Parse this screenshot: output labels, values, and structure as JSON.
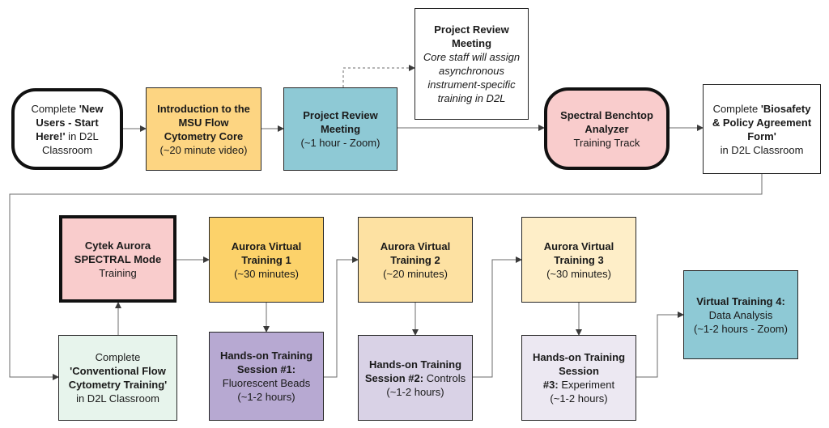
{
  "colors": {
    "white": "#ffffff",
    "orange": "#fdd582",
    "teal": "#8ec9d5",
    "pink": "#f9cccc",
    "aurora1": "#fcd26a",
    "aurora2": "#fde1a2",
    "aurora3": "#feeec8",
    "mint": "#e7f4ec",
    "lavender1": "#b7a9d2",
    "lavender2": "#d9d2e6",
    "lavender3": "#ece8f2",
    "tealbox": "#8ec9d5",
    "line": "#3a3a3a"
  },
  "nodes": {
    "new_users": {
      "l1": "Complete ",
      "l1b": "'New",
      "l2b": "Users - Start",
      "l3b": "Here!'",
      "l3": " in D2L",
      "l4": "Classroom"
    },
    "intro": {
      "l1": "Introduction to the",
      "l2": "MSU Flow",
      "l3": "Cytometry Core",
      "l4": "(~20 minute video)"
    },
    "project_review": {
      "l1": "Project Review",
      "l2": "Meeting",
      "l3": "(~1 hour - Zoom)"
    },
    "review_note": {
      "l1": "Project Review",
      "l2": "Meeting",
      "l3": "Core staff will assign",
      "l4": "asynchronous",
      "l5": "instrument-specific",
      "l6": "training in D2L"
    },
    "spectral": {
      "l1": "Spectral Benchtop",
      "l2": "Analyzer",
      "l3": "Training Track"
    },
    "biosafety": {
      "l1": "Complete ",
      "l1b": "'Biosafety",
      "l2b": "& Policy Agreement",
      "l3b": "Form'",
      "l4": "in D2L Classroom"
    },
    "cytek": {
      "l1": "Cytek Aurora",
      "l2": "SPECTRAL Mode",
      "l3": "Training"
    },
    "aurora1": {
      "l1": "Aurora Virtual",
      "l2": "Training 1",
      "l3": "(~30 minutes)"
    },
    "aurora2": {
      "l1": "Aurora Virtual",
      "l2": "Training 2",
      "l3": "(~20 minutes)"
    },
    "aurora3": {
      "l1": "Aurora Virtual",
      "l2": "Training 3",
      "l3": "(~30 minutes)"
    },
    "virtual4": {
      "l1": "Virtual Training 4:",
      "l2": "Data Analysis",
      "l3": "(~1-2 hours - Zoom)"
    },
    "conventional": {
      "l1": "Complete",
      "l2": "'Conventional Flow",
      "l3": "Cytometry Training'",
      "l4": "in D2L Classroom"
    },
    "handson1": {
      "l1": "Hands-on Training",
      "l2b": "Session #1:",
      "l3": "Fluorescent Beads",
      "l4": "(~1-2 hours)"
    },
    "handson2": {
      "l1": "Hands-on Training",
      "l2b": "Session #2:",
      "l2": " Controls",
      "l3": "(~1-2 hours)"
    },
    "handson3": {
      "l1": "Hands-on Training",
      "l2": "Session",
      "l3b": "#3:",
      "l3": " Experiment",
      "l4": "(~1-2 hours)"
    }
  }
}
